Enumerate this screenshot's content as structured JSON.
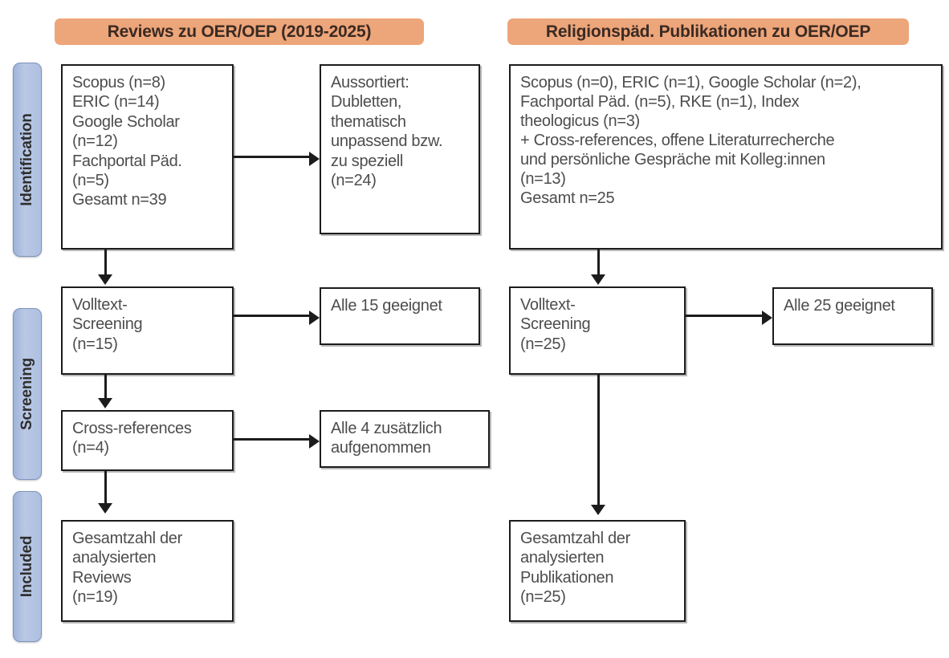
{
  "diagram": {
    "type": "prisma-flow-diagram",
    "stages": [
      {
        "id": "identification",
        "label": "Identification"
      },
      {
        "id": "screening",
        "label": "Screening"
      },
      {
        "id": "included",
        "label": "Included"
      }
    ],
    "colors": {
      "header_bar": "#eda57a",
      "stage_bar": "#aebfe0",
      "box_border": "#1c1c1c",
      "text": "#4d4d4d"
    },
    "columns": [
      {
        "id": "left",
        "header": "Reviews zu OER/OEP (2019-2025)",
        "boxes": {
          "sources": "Scopus (n=8)\nERIC (n=14)\nGoogle Scholar\n(n=12)\nFachportal Päd.\n(n=5)\nGesamt n=39",
          "excluded": "Aussortiert:\nDubletten,\nthematisch\nunpassend bzw.\nzu speziell\n(n=24)",
          "fulltext": "Volltext-\nScreening\n(n=15)",
          "fulltext_result": "Alle 15 geeignet",
          "crossrefs": "Cross-references\n(n=4)",
          "crossrefs_result": "Alle 4 zusätzlich\naufgenommen",
          "included": "Gesamtzahl der\nanalysierten\nReviews\n(n=19)"
        }
      },
      {
        "id": "right",
        "header": "Religionspäd. Publikationen zu OER/OEP",
        "boxes": {
          "sources": "Scopus (n=0), ERIC (n=1), Google Scholar (n=2),\nFachportal Päd. (n=5), RKE (n=1), Index\ntheologicus (n=3)\n+ Cross-references, offene Literaturrecherche\nund persönliche Gespräche mit Kolleg:innen\n(n=13)\nGesamt n=25",
          "fulltext": "Volltext-\nScreening\n(n=25)",
          "fulltext_result": "Alle 25 geeignet",
          "included": "Gesamtzahl der\nanalysierten\nPublikationen\n(n=25)"
        }
      }
    ]
  }
}
